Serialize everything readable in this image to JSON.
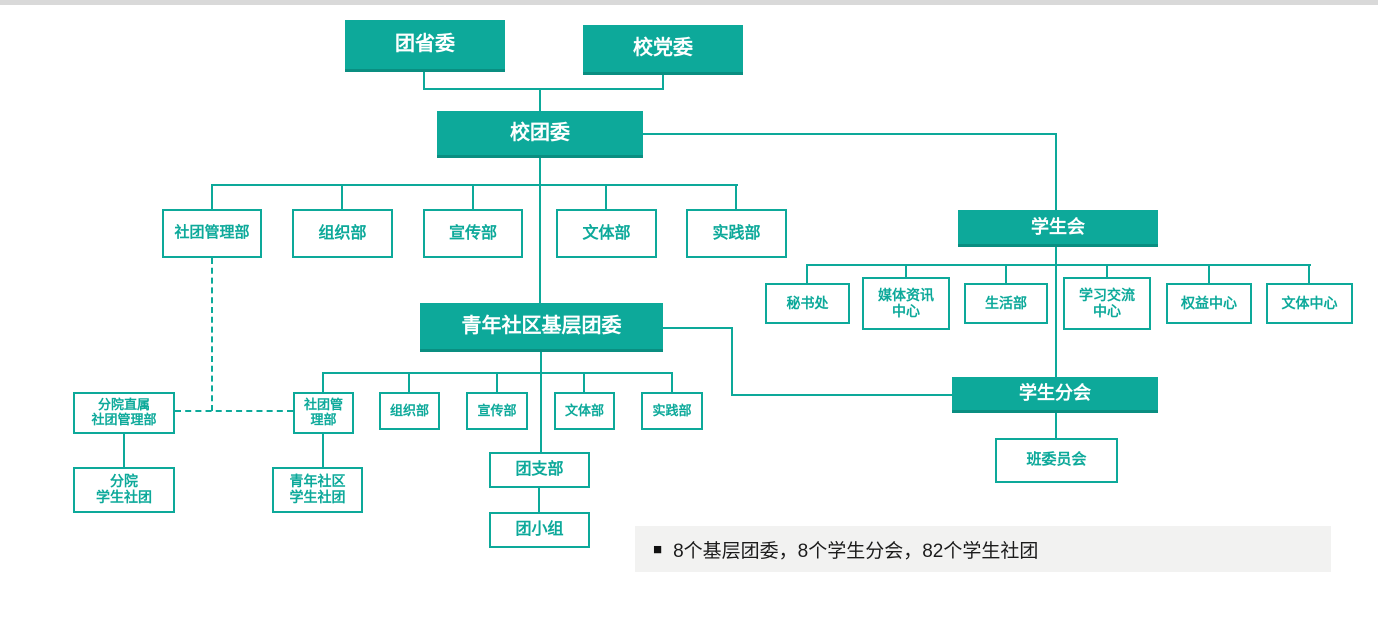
{
  "colors": {
    "teal": "#0da99a",
    "teal_dark_edge": "#0a8e81",
    "caption_bg": "#f2f2f1",
    "caption_text": "#1b1b1b",
    "top_strip": "#d9d9d9"
  },
  "nodes": [
    {
      "name": "node-provincial-league-committee",
      "label": "团省委",
      "type": "filled"
    },
    {
      "name": "node-school-party-committee",
      "label": "校党委",
      "type": "filled"
    },
    {
      "name": "node-school-league-committee",
      "label": "校团委",
      "type": "filled"
    },
    {
      "name": "node-club-management-dept",
      "label": "社团管理部",
      "type": "outline"
    },
    {
      "name": "node-organization-dept",
      "label": "组织部",
      "type": "outline"
    },
    {
      "name": "node-publicity-dept",
      "label": "宣传部",
      "type": "outline"
    },
    {
      "name": "node-culture-sports-dept",
      "label": "文体部",
      "type": "outline"
    },
    {
      "name": "node-practice-dept",
      "label": "实践部",
      "type": "outline"
    },
    {
      "name": "node-student-union",
      "label": "学生会",
      "type": "filled"
    },
    {
      "name": "node-secretariat",
      "label": "秘书处",
      "type": "outline"
    },
    {
      "name": "node-media-info-center",
      "label": "媒体资讯\n中心",
      "type": "outline"
    },
    {
      "name": "node-life-dept",
      "label": "生活部",
      "type": "outline"
    },
    {
      "name": "node-study-exchange-center",
      "label": "学习交流\n中心",
      "type": "outline"
    },
    {
      "name": "node-rights-center",
      "label": "权益中心",
      "type": "outline"
    },
    {
      "name": "node-culture-sports-center",
      "label": "文体中心",
      "type": "outline"
    },
    {
      "name": "node-youth-community-grassroots-league",
      "label": "青年社区基层团委",
      "type": "filled"
    },
    {
      "name": "node-community-club-management-dept",
      "label": "社团管\n理部",
      "type": "outline"
    },
    {
      "name": "node-community-organization-dept",
      "label": "组织部",
      "type": "outline"
    },
    {
      "name": "node-community-publicity-dept",
      "label": "宣传部",
      "type": "outline"
    },
    {
      "name": "node-community-culture-sports-dept",
      "label": "文体部",
      "type": "outline"
    },
    {
      "name": "node-community-practice-dept",
      "label": "实践部",
      "type": "outline"
    },
    {
      "name": "node-branch-club-management-dept",
      "label": "分院直属\n社团管理部",
      "type": "outline"
    },
    {
      "name": "node-branch-student-clubs",
      "label": "分院\n学生社团",
      "type": "outline"
    },
    {
      "name": "node-community-student-clubs",
      "label": "青年社区\n学生社团",
      "type": "outline"
    },
    {
      "name": "node-league-branch",
      "label": "团支部",
      "type": "outline"
    },
    {
      "name": "node-league-group",
      "label": "团小组",
      "type": "outline"
    },
    {
      "name": "node-student-branch",
      "label": "学生分会",
      "type": "filled"
    },
    {
      "name": "node-class-committee",
      "label": "班委员会",
      "type": "outline"
    }
  ],
  "caption": {
    "bullet": "■",
    "text": "8个基层团委，8个学生分会，82个学生社团"
  }
}
